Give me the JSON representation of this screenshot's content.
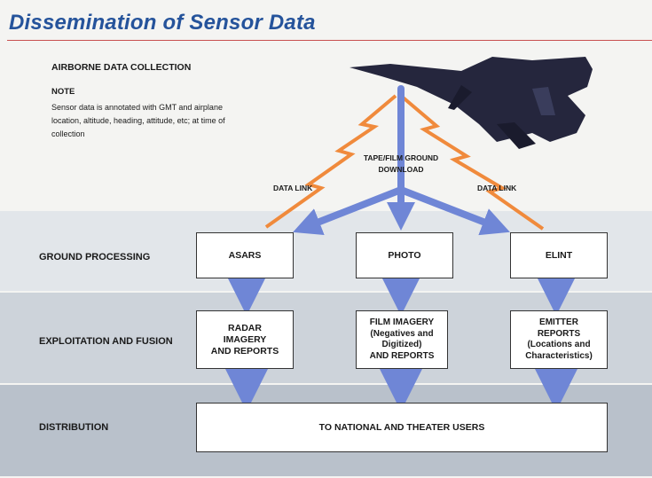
{
  "title": "Dissemination of Sensor Data",
  "header": {
    "airborne": "AIRBORNE DATA COLLECTION",
    "note_title": "NOTE",
    "note_text": "Sensor data is annotated with GMT and airplane location, altitude, heading, attitude, etc; at time of collection"
  },
  "links": {
    "left": "DATA LINK",
    "right": "DATA LINK",
    "center": "TAPE/FILM GROUND\nDOWNLOAD"
  },
  "rows": {
    "ground": "GROUND PROCESSING",
    "exploitation": "EXPLOITATION AND FUSION",
    "distribution": "DISTRIBUTION"
  },
  "boxes": {
    "asars": "ASARS",
    "photo": "PHOTO",
    "elint": "ELINT",
    "radar": "RADAR\nIMAGERY\nAND REPORTS",
    "film": "FILM IMAGERY\n(Negatives and\nDigitized)\nAND REPORTS",
    "emitter": "EMITTER\nREPORTS\n(Locations and\nCharacteristics)",
    "users": "TO NATIONAL AND THEATER USERS"
  },
  "colors": {
    "title": "#25539b",
    "arrow": "#6f86d6",
    "lightning": "#f08a3c",
    "aircraft": "#25263d"
  }
}
